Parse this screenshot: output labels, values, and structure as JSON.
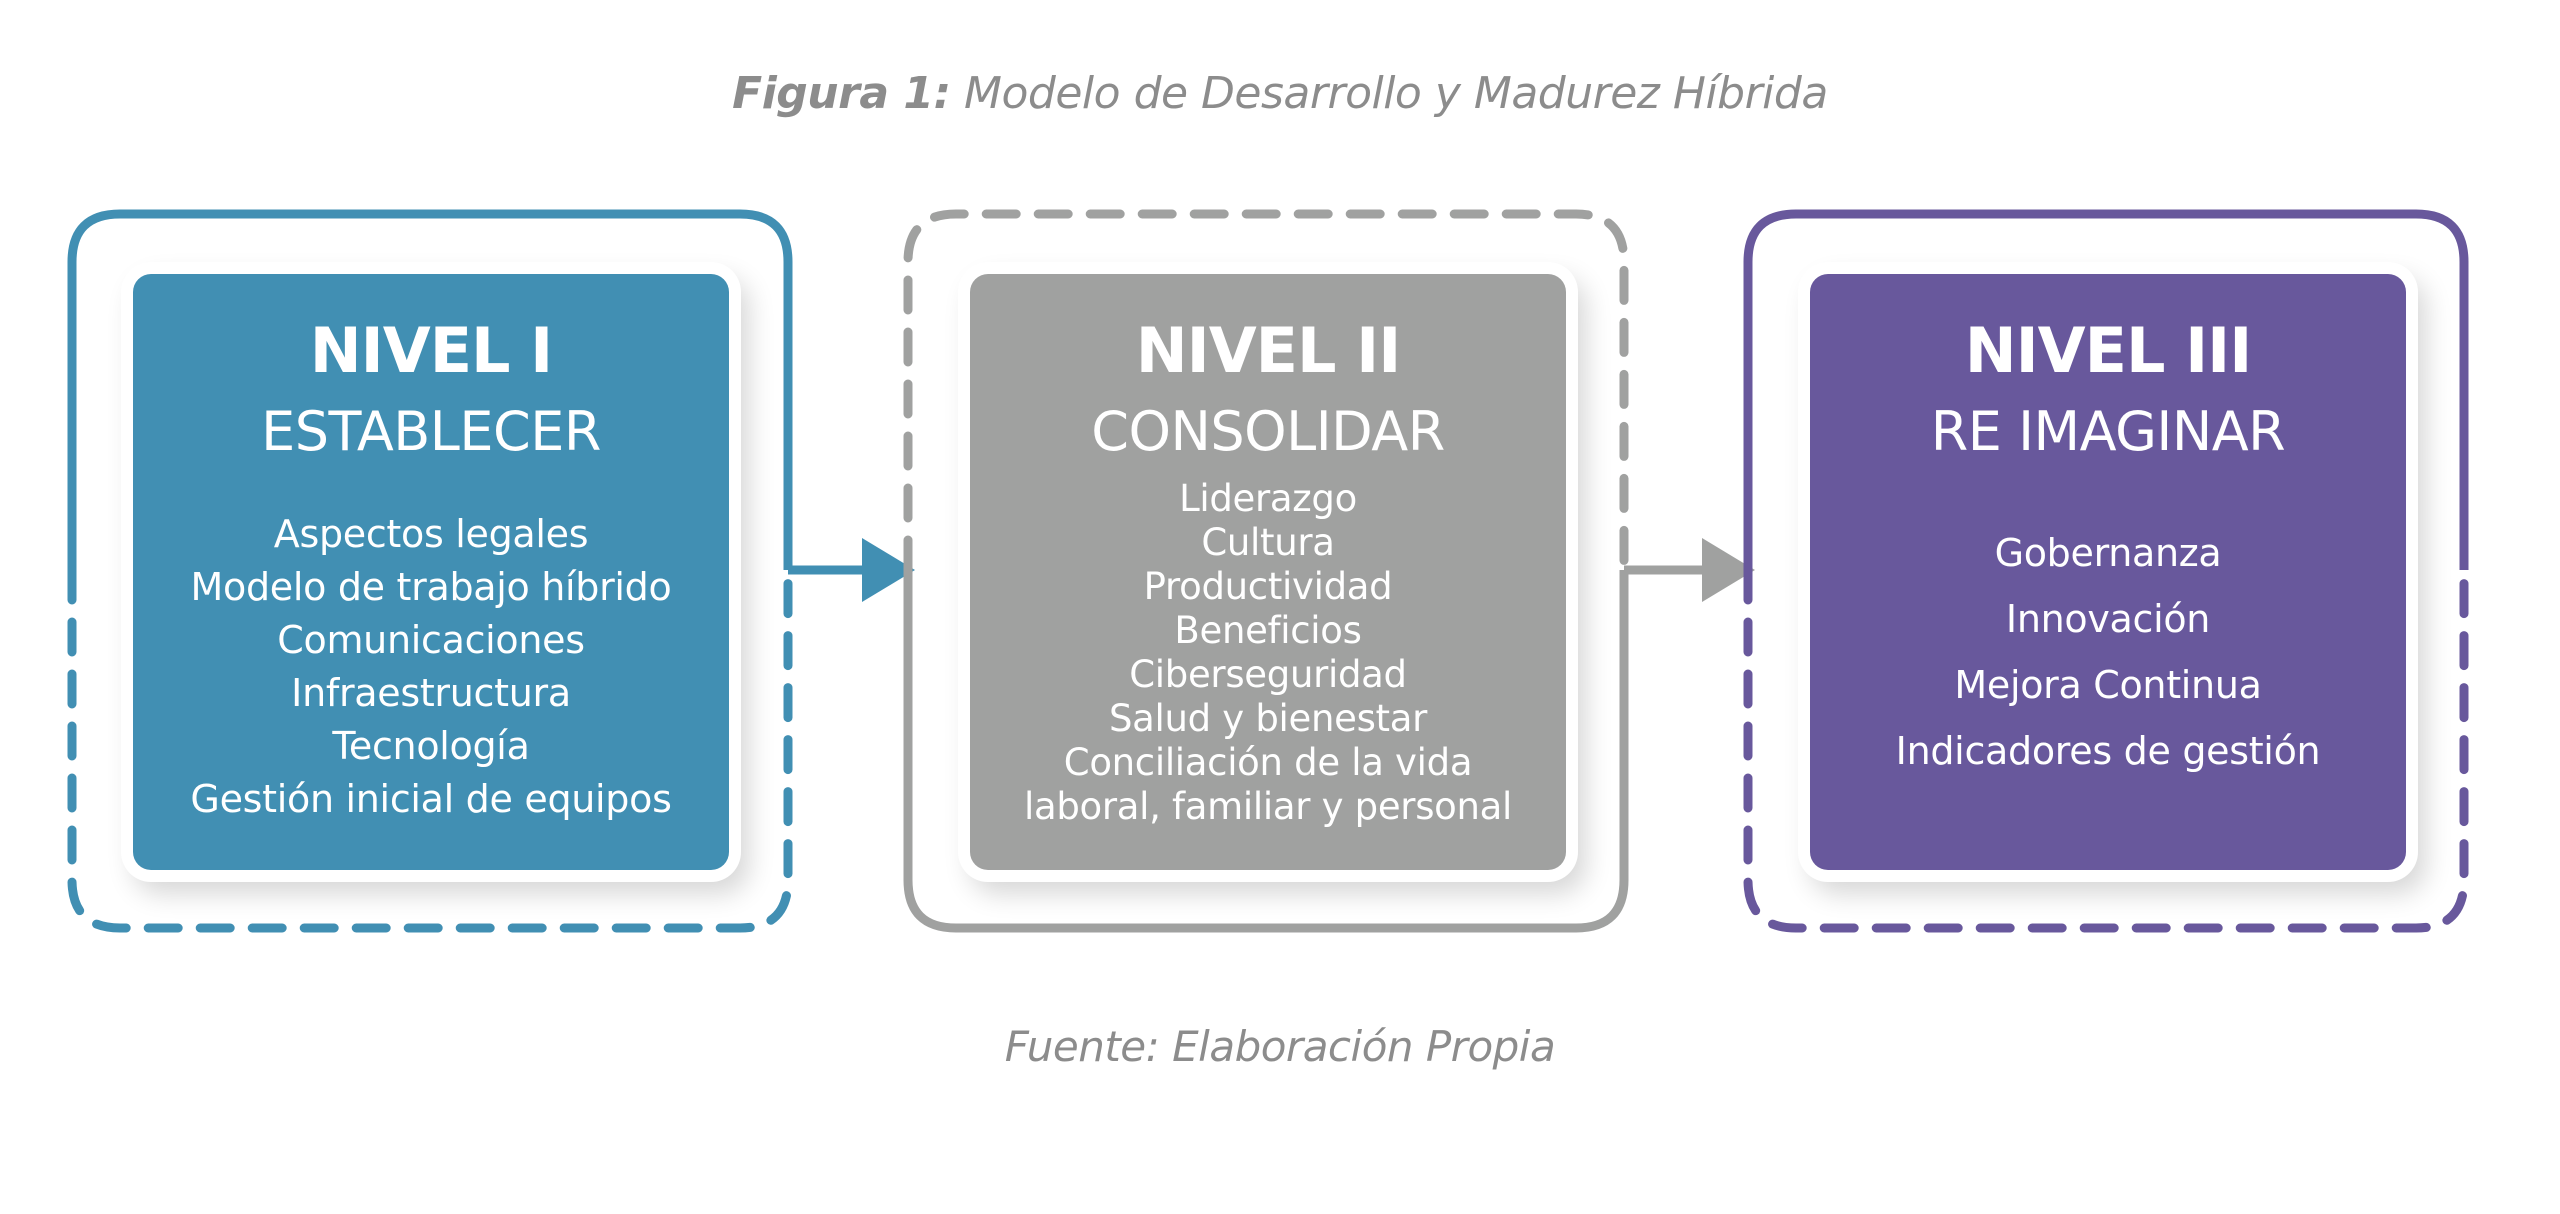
{
  "figure_caption": {
    "label": "Figura 1:",
    "text": " Modelo de Desarrollo y Madurez Híbrida"
  },
  "source_caption": "Fuente: Elaboración Propia",
  "colors": {
    "level1": "#418fb3",
    "level2": "#a0a1a0",
    "level3": "#68589c",
    "caption": "#8c8c8c"
  },
  "levels": [
    {
      "title": "NIVEL I",
      "subtitle": "ESTABLECER",
      "items": [
        "Aspectos legales",
        "Modelo de trabajo híbrido",
        "Comunicaciones",
        "Infraestructura",
        "Tecnología",
        "Gestión inicial de equipos"
      ]
    },
    {
      "title": "NIVEL II",
      "subtitle": "CONSOLIDAR",
      "items": [
        "Liderazgo",
        "Cultura",
        "Productividad",
        "Beneficios",
        "Ciberseguridad",
        "Salud y bienestar",
        "Conciliación de la vida",
        "laboral, familiar y personal"
      ]
    },
    {
      "title": "NIVEL III",
      "subtitle": "RE IMAGINAR",
      "items": [
        "Gobernanza",
        "Innovación",
        "Mejora Continua",
        "Indicadores de gestión"
      ]
    }
  ]
}
